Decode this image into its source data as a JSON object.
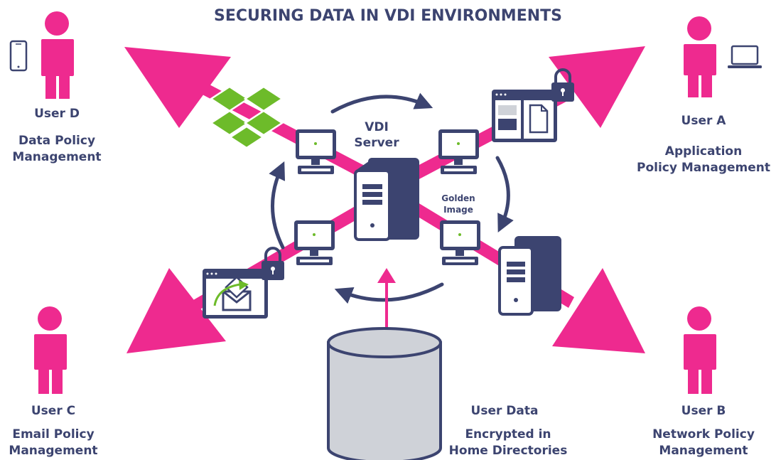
{
  "title": "SECURING DATA IN VDI ENVIRONMENTS",
  "center": {
    "server_label": [
      "VDI",
      "Server"
    ],
    "golden_image_label": [
      "Golden",
      "Image"
    ]
  },
  "storage": {
    "label": "User Data",
    "sublabel": [
      "Encrypted in",
      "Home Directories"
    ]
  },
  "users": {
    "a": {
      "name": "User A",
      "policy": [
        "Application",
        "Policy Management"
      ],
      "device": "laptop-icon"
    },
    "b": {
      "name": "User B",
      "policy": [
        "Network Policy",
        "Management"
      ]
    },
    "c": {
      "name": "User C",
      "policy": [
        "Email Policy",
        "Management"
      ]
    },
    "d": {
      "name": "User D",
      "policy": [
        "Data Policy",
        "Management"
      ],
      "device": "phone-icon"
    }
  },
  "colors": {
    "accent": "#ee2a8f",
    "navy": "#3c4470",
    "green": "#6dbb2a",
    "cylinder": "#cfd2d8"
  }
}
